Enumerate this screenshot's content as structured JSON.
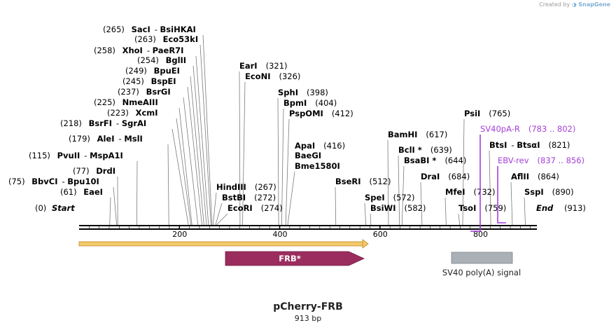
{
  "credit": {
    "prefix": "Created by",
    "brand": "SnapGene"
  },
  "plasmid": {
    "name": "pCherry-FRB",
    "size": "913 bp"
  },
  "boundaries": {
    "start_label": "Start",
    "start_pos": "(0)",
    "end_label": "End",
    "end_pos": "(913)"
  },
  "ruler": {
    "ticks": [
      200,
      400,
      600,
      800
    ]
  },
  "sites": [
    {
      "name": "SacI",
      "pos": 265,
      "partner": "BsiHKAI",
      "text": "(265)  SacI  - BsiHKAI"
    },
    {
      "name": "Eco53kI",
      "pos": 263,
      "text": "(263)  Eco53kI"
    },
    {
      "name": "XhoI",
      "pos": 258,
      "partner": "PaeR7I",
      "text": "(258)  XhoI  - PaeR7I"
    },
    {
      "name": "BglII",
      "pos": 254,
      "text": "(254)  BglII"
    },
    {
      "name": "BpuEI",
      "pos": 249,
      "text": "(249)  BpuEI"
    },
    {
      "name": "BspEI",
      "pos": 245,
      "text": "(245)  BspEI"
    },
    {
      "name": "BsrGI",
      "pos": 237,
      "text": "(237)  BsrGI"
    },
    {
      "name": "NmeAIII",
      "pos": 225,
      "text": "(225)  NmeAIII"
    },
    {
      "name": "XcmI",
      "pos": 223,
      "text": "(223)  XcmI"
    },
    {
      "name": "BsrFI",
      "pos": 218,
      "partner": "SgrAI",
      "text": "(218)  BsrFI  - SgrAI"
    },
    {
      "name": "AleI",
      "pos": 179,
      "partner": "MslI",
      "text": "(179)  AleI  - MslI"
    },
    {
      "name": "PvuII",
      "pos": 115,
      "partner": "MspA1I",
      "text": "(115)  PvuII  - MspA1I"
    },
    {
      "name": "DrdI",
      "pos": 77,
      "text": "(77)  DrdI"
    },
    {
      "name": "BbvCI",
      "pos": 75,
      "partner": "Bpu10I",
      "text": "(75)  BbvCI  - Bpu10I"
    },
    {
      "name": "EaeI",
      "pos": 61,
      "text": "(61)  EaeI"
    },
    {
      "name": "EarI",
      "pos": 321,
      "text": "EarI  (321)"
    },
    {
      "name": "EcoNI",
      "pos": 326,
      "text": "EcoNI  (326)"
    },
    {
      "name": "HindIII",
      "pos": 267,
      "text": "HindIII  (267)"
    },
    {
      "name": "BstBI",
      "pos": 272,
      "text": "BstBI  (272)"
    },
    {
      "name": "EcoRI",
      "pos": 274,
      "text": "EcoRI  (274)"
    },
    {
      "name": "SphI",
      "pos": 398,
      "text": "SphI  (398)"
    },
    {
      "name": "BpmI",
      "pos": 404,
      "text": "BpmI  (404)"
    },
    {
      "name": "PspOMI",
      "pos": 412,
      "text": "PspOMI  (412)"
    },
    {
      "name": "ApaI",
      "pos": 416,
      "text": "ApaI  (416)"
    },
    {
      "name": "BaeGI",
      "pos": 416,
      "text": "BaeGI"
    },
    {
      "name": "Bme1580I",
      "pos": 416,
      "text": "Bme1580I"
    },
    {
      "name": "BseRI",
      "pos": 512,
      "text": "BseRI  (512)"
    },
    {
      "name": "BamHI",
      "pos": 617,
      "text": "BamHI  (617)"
    },
    {
      "name": "BclI*",
      "pos": 639,
      "text": "BclI *  (639)"
    },
    {
      "name": "BsaBI*",
      "pos": 644,
      "text": "BsaBI *  (644)"
    },
    {
      "name": "SpeI",
      "pos": 572,
      "text": "SpeI  (572)"
    },
    {
      "name": "BsiWI",
      "pos": 582,
      "text": "BsiWI  (582)"
    },
    {
      "name": "DraI",
      "pos": 684,
      "text": "DraI  (684)"
    },
    {
      "name": "PsiI",
      "pos": 765,
      "text": "PsiI  (765)"
    },
    {
      "name": "MfeI",
      "pos": 732,
      "text": "MfeI  (732)"
    },
    {
      "name": "TsoI",
      "pos": 759,
      "text": "TsoI  (759)"
    },
    {
      "name": "BtsI",
      "pos": 821,
      "partner": "BtsαI",
      "text": "BtsI  - BtsαI  (821)"
    },
    {
      "name": "AflII",
      "pos": 864,
      "text": "AflII  (864)"
    },
    {
      "name": "SspI",
      "pos": 890,
      "text": "SspI  (890)"
    }
  ],
  "primers": [
    {
      "name": "SV40pA-R",
      "range": "(783 .. 802)",
      "text": "SV40pA-R  (783 .. 802)"
    },
    {
      "name": "EBV-rev",
      "range": "(837 .. 856)",
      "text": "EBV-rev  (837 .. 856)"
    }
  ],
  "features": [
    {
      "name": "FRB*",
      "type": "cds",
      "start": 291,
      "end": 571,
      "color": "#9b2d5e"
    },
    {
      "name": "SV40 poly(A) signal",
      "type": "polyA",
      "start": 743,
      "end": 864,
      "color": "#a9b0b6"
    },
    {
      "name": "",
      "type": "orf",
      "start": 1,
      "end": 580,
      "color": "#f3c969"
    }
  ]
}
